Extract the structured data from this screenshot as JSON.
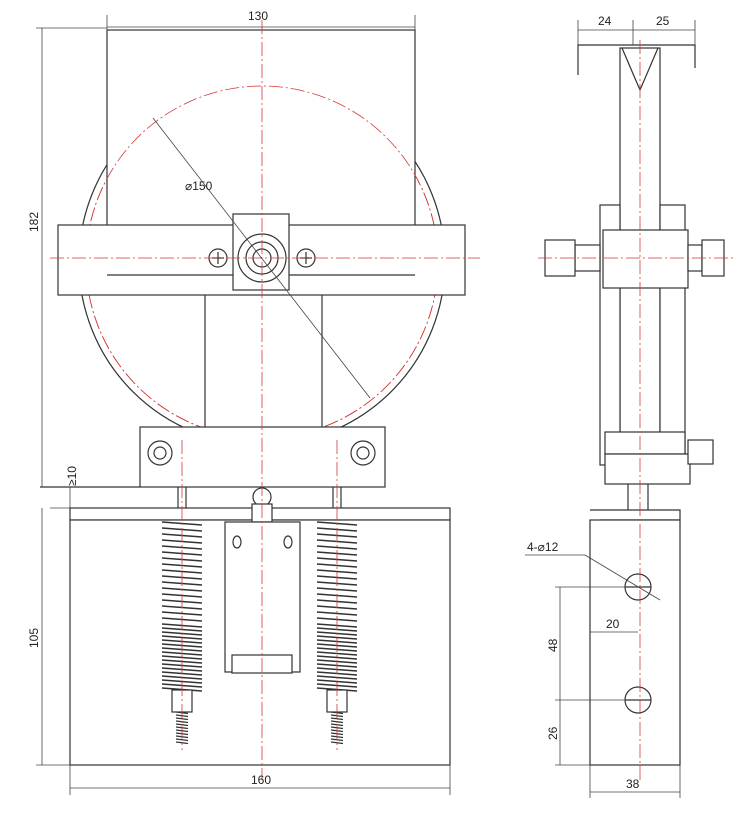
{
  "drawing": {
    "front_view": {
      "top_width": "130",
      "overall_height": "182",
      "wheel_diameter": "⌀150",
      "min_gap": "≥10",
      "base_height": "105",
      "base_width": "160"
    },
    "side_view": {
      "left_offset": "24",
      "right_offset": "25",
      "holes": "4-⌀12",
      "hole_offset": "20",
      "hole_spacing": "48",
      "hole_bottom": "26",
      "bracket_width": "38"
    },
    "colors": {
      "line": "#333333",
      "centerline": "#d23a3a"
    }
  }
}
